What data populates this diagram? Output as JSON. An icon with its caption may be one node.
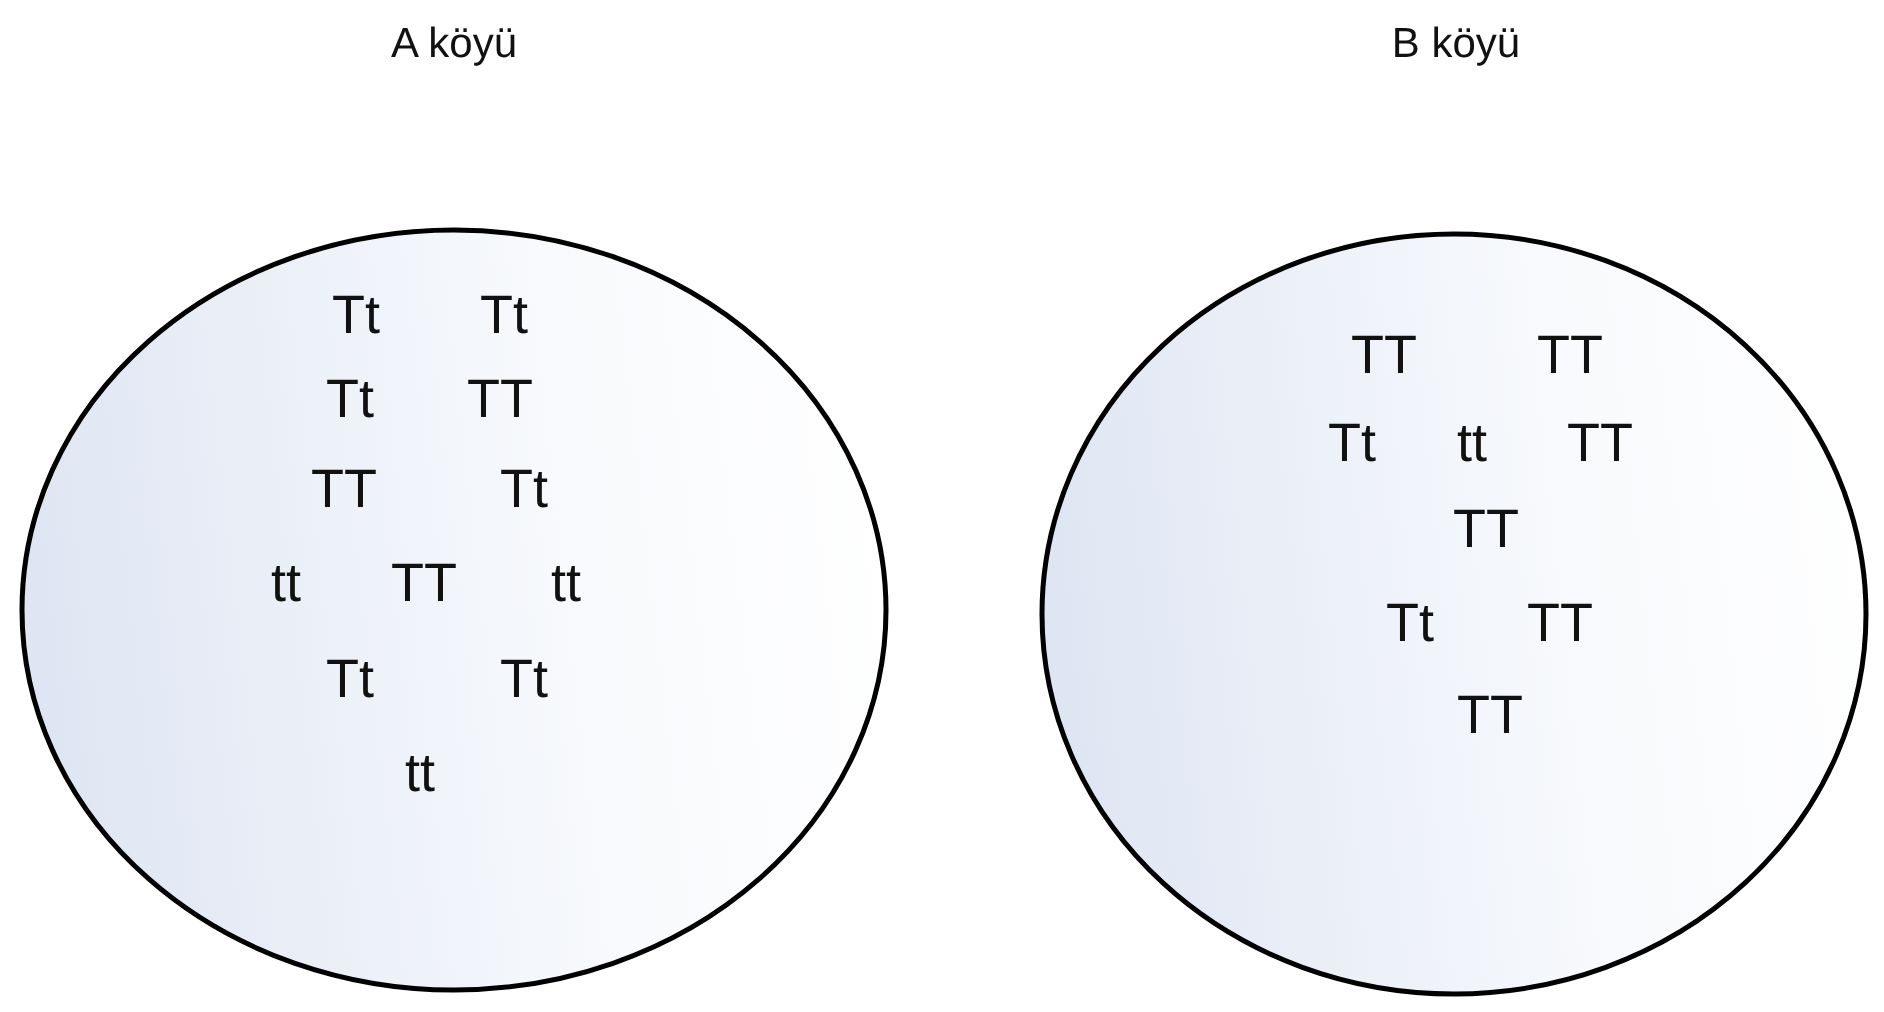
{
  "diagram": {
    "nodes": [
      {
        "text": [
          "A köyü",
          "Tt",
          "Tt",
          "Tt",
          "TT",
          "TT",
          "Tt",
          "tt",
          "TT",
          "tt",
          "Tt",
          "Tt",
          "tt"
        ]
      },
      {
        "text": [
          "B köyü",
          "TT",
          "TT",
          "Tt",
          "tt",
          "TT",
          "TT",
          "Tt",
          "TT",
          "TT"
        ]
      }
    ]
  }
}
